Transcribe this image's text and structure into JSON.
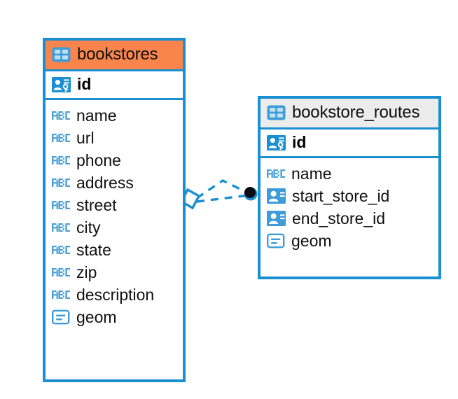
{
  "diagram": {
    "type": "entity-relationship-diagram",
    "accent_color": "#1a8fd1",
    "header_highlight_color": "#f9854c",
    "header_default_color": "#ececec",
    "background": "#ffffff"
  },
  "entities": [
    {
      "name": "bookstores",
      "header_icon": "table-icon",
      "header_style": "orange",
      "primary_key": {
        "label": "id",
        "icon": "primary-key-icon"
      },
      "fields": [
        {
          "label": "name",
          "icon": "string-abc-icon"
        },
        {
          "label": "url",
          "icon": "string-abc-icon"
        },
        {
          "label": "phone",
          "icon": "string-abc-icon"
        },
        {
          "label": "address",
          "icon": "string-abc-icon"
        },
        {
          "label": "street",
          "icon": "string-abc-icon"
        },
        {
          "label": "city",
          "icon": "string-abc-icon"
        },
        {
          "label": "state",
          "icon": "string-abc-icon"
        },
        {
          "label": "zip",
          "icon": "string-abc-icon"
        },
        {
          "label": "description",
          "icon": "string-abc-icon"
        },
        {
          "label": "geom",
          "icon": "geometry-icon"
        }
      ]
    },
    {
      "name": "bookstore_routes",
      "header_icon": "table-icon",
      "header_style": "grey",
      "primary_key": {
        "label": "id",
        "icon": "primary-key-icon"
      },
      "fields": [
        {
          "label": "name",
          "icon": "string-abc-icon"
        },
        {
          "label": "start_store_id",
          "icon": "foreign-key-icon"
        },
        {
          "label": "end_store_id",
          "icon": "foreign-key-icon"
        },
        {
          "label": "geom",
          "icon": "geometry-icon"
        }
      ]
    }
  ],
  "relationship": {
    "source_marker": "diamond-marker",
    "target_marker": "filled-circle-marker",
    "line_style": "dashed",
    "line_color": "#1a8fd1",
    "link_count": 2
  }
}
